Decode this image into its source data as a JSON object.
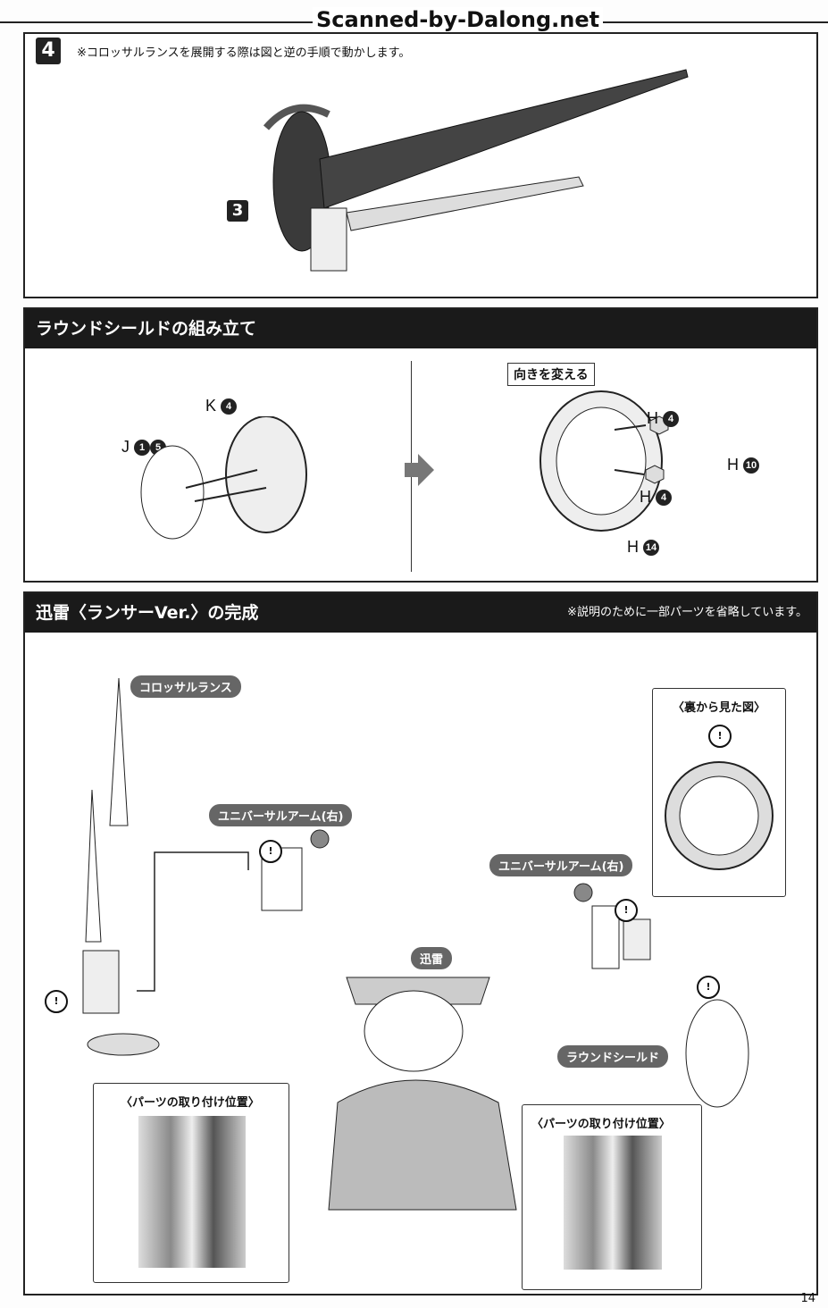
{
  "watermark": "Scanned-by-Dalong.net",
  "step4": {
    "number": "4",
    "note": "※コロッサルランスを展開する際は図と逆の手順で動かします。",
    "sub_step": "3"
  },
  "shield_assembly": {
    "title": "ラウンドシールドの組み立て",
    "k_label": "K",
    "k_num": "4",
    "j_label": "J",
    "j_num1": "1",
    "j_num2": "5",
    "turn_label": "向きを変える",
    "parts": [
      {
        "letter": "H",
        "num": "4"
      },
      {
        "letter": "H",
        "num": "10"
      },
      {
        "letter": "H",
        "num": "4"
      },
      {
        "letter": "H",
        "num": "14"
      }
    ]
  },
  "complete": {
    "title": "迅雷〈ランサーVer.〉の完成",
    "note": "※説明のために一部パーツを省略しています。",
    "lance_label": "コロッサルランス",
    "arm_label_1": "ユニバーサルアーム(右)",
    "arm_label_2": "ユニバーサルアーム(右)",
    "jinrai_label": "迅雷",
    "shield_label": "ラウンドシールド",
    "back_view": "〈裏から見た図〉",
    "position_1": "〈パーツの取り付け位置〉",
    "position_2": "〈パーツの取り付け位置〉",
    "warning": "!"
  },
  "page_number": "14"
}
